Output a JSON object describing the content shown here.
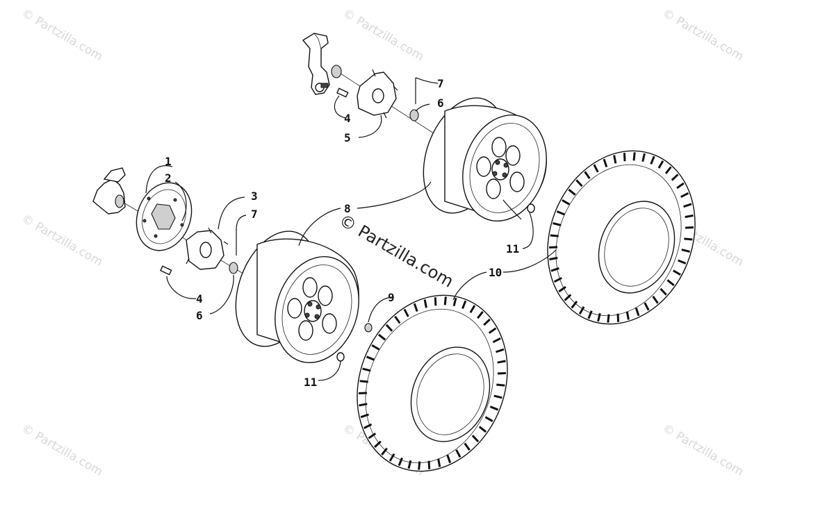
{
  "watermarks": {
    "tile_text": "© Partzilla.com",
    "center_text": "© Partzilla.com"
  },
  "callouts": {
    "c1": "1",
    "c2": "2",
    "c3": "3",
    "c7a": "7",
    "c4a": "4",
    "c6a": "6",
    "c7b": "7",
    "c6b": "6",
    "c4b": "4",
    "c5": "5",
    "c8": "8",
    "c9": "9",
    "c10": "10",
    "c11a": "11",
    "c11b": "11"
  },
  "colors": {
    "line": "#111111",
    "watermark": "#d8d8d8",
    "background": "#ffffff"
  }
}
